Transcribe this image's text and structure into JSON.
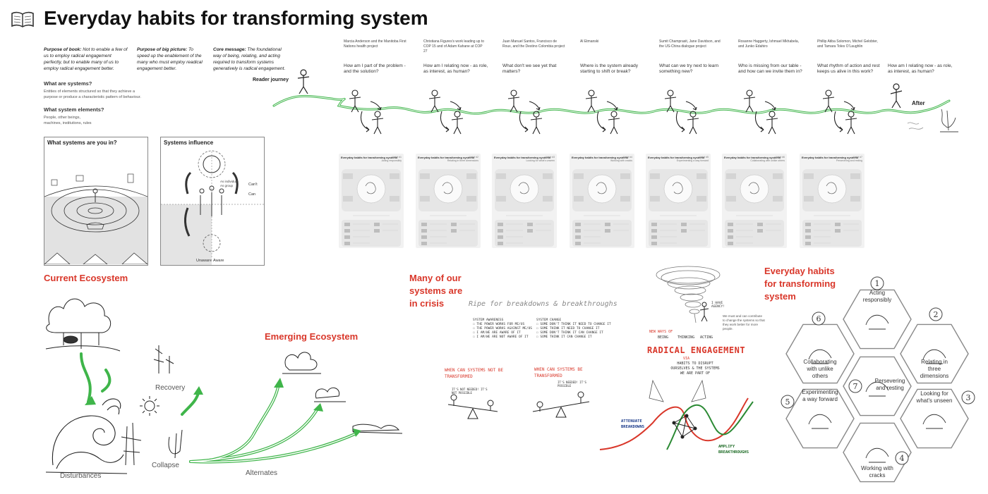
{
  "header": {
    "title": "Everyday habits for transforming system",
    "book_icon": "open-book-icon"
  },
  "intro": {
    "purpose_book_label": "Purpose of book:",
    "purpose_book_text": "Not to enable a few of us to employ radical engagement perfectly, but to enable many of us to employ radical engagement better.",
    "purpose_big_label": "Purpose of big picture:",
    "purpose_big_text": "To speed up the enablement of the many who must employ readical engagement better.",
    "core_label": "Core message:",
    "core_text": "The foundational way of being, relating, and acting required to transform systems generatively is radical engagement.",
    "what_systems_q": "What are systems?",
    "what_systems_a": "Entities of elements structured so that they achieve a purpose or produce a characteristic pattern of behaviour.",
    "what_elements_q": "What system elements?",
    "what_elements_a1": "People, other beings,",
    "what_elements_a2": "machines, institutions, rules"
  },
  "panels": {
    "systems_in": {
      "title": "What systems are you in?"
    },
    "influence": {
      "title": "Systems influence",
      "individual": "As individual",
      "group": "As group",
      "cant": "Can't",
      "can": "Can",
      "unaware": "Unaware",
      "aware": "Aware"
    }
  },
  "journey": {
    "reader_label": "Reader journey",
    "after_label": "After",
    "after_question": "How am I relating now - as role, as interest, as human?",
    "stages": [
      {
        "names": "Marcia Anderson and the Manitoba First Nations health project",
        "question": "How am I part of the problem - and the solution?"
      },
      {
        "names": "Christiana Figures's work leading up to COP 15 and of Adam Kahane at COP 27",
        "question": "How am I relating now - as role, as interest, as human?"
      },
      {
        "names": "Juan Manuel Santos, Francisco de Roux, and the Destino Colombia project",
        "question": "What don't we see yet that matters?"
      },
      {
        "names": "Al Etmanski",
        "question": "Where is the system already starting to shift or break?"
      },
      {
        "names": "Sumit Champrasit, Jane Davidson, and the US-China dialogue project",
        "question": "What can we try next to learn something new?"
      },
      {
        "names": "Rosanne Haggerty, Ishmael Mkhabela, and Junko Edahiro",
        "question": "Who is missing from our table - and how can we invite them in?"
      },
      {
        "names": "Phillip Atiba Solomon, Michel Gelobter, and Tamara Toles O'Laughlin",
        "question": "What rhythm of action and rest keeps us alive in this work?"
      }
    ]
  },
  "cards": [
    {
      "title": "Everyday habits for transforming systems",
      "habit": "Habit #1",
      "name": "Acting responsibly"
    },
    {
      "title": "Everyday habits for transforming systems",
      "habit": "Habit #2",
      "name": "Relating in three dimensions"
    },
    {
      "title": "Everyday habits for transforming systems",
      "habit": "Habit #3",
      "name": "Looking for what's unseen"
    },
    {
      "title": "Everyday habits for transforming systems",
      "habit": "Habit #4",
      "name": "Working with cracks"
    },
    {
      "title": "Everyday habits for transforming systems",
      "habit": "Habit #5",
      "name": "Experimenting a way forward"
    },
    {
      "title": "Everyday habits for transforming systems",
      "habit": "Habit #6",
      "name": "Collaborating with unlike others"
    },
    {
      "title": "Everyday habits for transforming systems",
      "habit": "Habit #7",
      "name": "Persevering and resting"
    }
  ],
  "ecosystem": {
    "current": "Current Ecosystem",
    "emerging": "Emerging Ecosystem",
    "recovery": "Recovery",
    "collapse": "Collapse",
    "disturbances": "Disturbances",
    "alternates": "Alternates"
  },
  "crisis": {
    "heading_line1": "Many of our",
    "heading_line2": "systems are",
    "heading_line3": "in crisis",
    "ripe": "Ripe for breakdowns & breakthroughs",
    "awareness_title": "SYSTEM AWARENESS",
    "awareness": [
      "THE POWER WORKS FOR ME/US",
      "THE POWER WORKS AGAINST ME/US",
      "I AM/WE ARE AWARE OF IT",
      "I AM/WE ARE NOT AWARE OF IT"
    ],
    "change_title": "SYSTEM CHANGE",
    "change": [
      "SOME DON'T THINK IT NEED TO CHANGE IT",
      "SOME THINK IT NEED TO CHANGE IT",
      "SOME DON'T THINK IT CAN CHANGE IT",
      "SOME THINK IT CAN CHANGE IT"
    ],
    "when_not": "WHEN CAN SYSTEMS NOT BE TRANSFORMED",
    "when_be": "WHEN CAN SYSTEMS BE TRANSFORMED",
    "bubble_left": "IT'S NOT NEEDED! IT'S NOT POSSIBLE",
    "bubble_right": "IT'S NEEDED! IT'S POSSIBLE"
  },
  "radical": {
    "new_ways": "NEW WAYS OF",
    "being": "BEING",
    "thinking": "THINKING",
    "acting": "ACTING",
    "speech": "I HAVE AGENCY!",
    "note": "We must and can contribute to change the systems so that they work better for more people.",
    "title": "RADICAL ENGAGEMENT",
    "subtitle_via": "VIA",
    "subtitle": "HABITS TO DISRUPT OURSELVES & THE SYSTEMS WE ARE PART OF",
    "attenuate": "ATTENUATE BREAKDOWNS",
    "amplify": "AMPLIFY BREAKTHROUGHS"
  },
  "habits_hex": {
    "heading_line1": "Everyday habits",
    "heading_line2": "for transforming",
    "heading_line3": "system",
    "items": [
      {
        "num": "1",
        "label": "Acting responsibly"
      },
      {
        "num": "2",
        "label": "Relating in three dimensions"
      },
      {
        "num": "3",
        "label": "Looking for what's unseen"
      },
      {
        "num": "4",
        "label": "Working with cracks"
      },
      {
        "num": "5",
        "label": "Experimenting a way forward"
      },
      {
        "num": "6",
        "label": "Collaborating with unlike others"
      },
      {
        "num": "7",
        "label": "Persevering and resting"
      }
    ]
  },
  "colors": {
    "red": "#d9372a",
    "green": "#3fb54a",
    "line": "#222222"
  }
}
